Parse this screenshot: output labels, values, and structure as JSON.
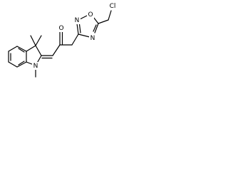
{
  "atoms": {
    "chlorine": "Cl",
    "ring_oxygen": "O",
    "ring_nitrogen_top": "N",
    "ring_nitrogen_bottom": "N",
    "ketone_oxygen": "O",
    "indoline_nitrogen": "N"
  },
  "colors": {
    "bond": "#000000",
    "background": "#ffffff"
  }
}
